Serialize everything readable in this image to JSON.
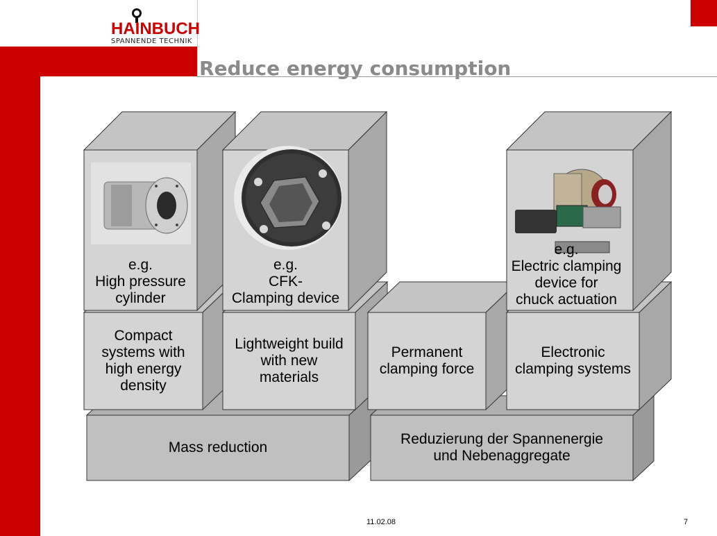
{
  "logo": {
    "brand": "HAINBUCH",
    "tagline": "SPANNENDE TECHNIK"
  },
  "title": "Reduce energy consumption",
  "towers": [
    {
      "example": "e.g.\nHigh pressure\ncylinder",
      "image_icon": "high-pressure-cylinder-photo"
    },
    {
      "example": "e.g.\nCFK-\nClamping device",
      "image_icon": "cfk-clamping-device-photo"
    },
    {
      "example": "e.g.\nElectric clamping\ndevice for\nchuck actuation",
      "image_icon": "electric-clamping-device-photo"
    }
  ],
  "middle": [
    "Compact\nsystems with\nhigh energy\ndensity",
    "Lightweight build\nwith new\nmaterials",
    "Permanent\nclamping force",
    "Electronic\nclamping systems"
  ],
  "base": [
    "Mass reduction",
    "Reduzierung der Spannenergie\nund Nebenaggregate"
  ],
  "footer": {
    "date": "11.02.08",
    "page": "7"
  },
  "colors": {
    "accent": "#cc0000",
    "front": "#d4d4d4",
    "side": "#a8a8a8",
    "top": "#c4c4c4",
    "base_front": "#c0c0c0",
    "base_side": "#9a9a9a",
    "base_top": "#b0b0b0"
  }
}
